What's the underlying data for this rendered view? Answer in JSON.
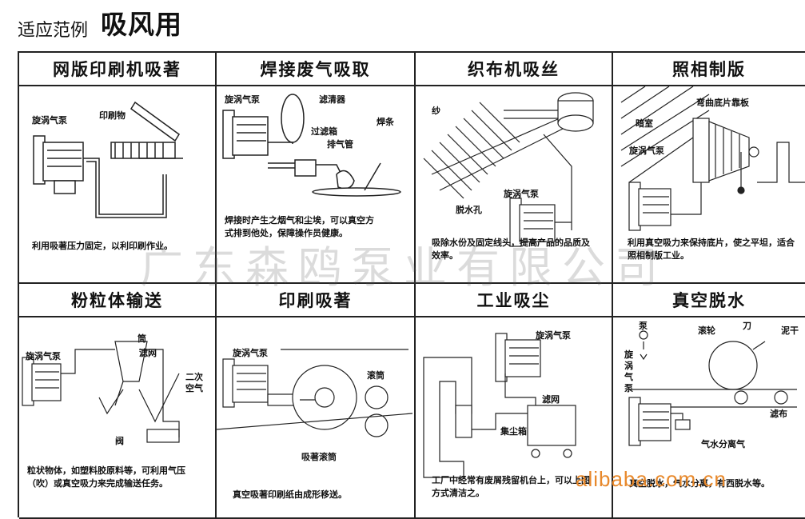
{
  "header": {
    "subtitle": "适应范例",
    "title": "吸风用"
  },
  "panels": [
    {
      "title": "网版印刷机吸著",
      "labels": [
        "旋涡气泵",
        "印刷物"
      ],
      "desc": "利用吸著压力固定，以利印刷作业。"
    },
    {
      "title": "焊接废气吸取",
      "labels": [
        "旋涡气泵",
        "滤清器",
        "过滤箱",
        "排气管",
        "焊条"
      ],
      "desc": "焊接时产生之烟气和尘埃，可以真空方式排到他处，保障操作员健康。"
    },
    {
      "title": "织布机吸丝",
      "labels": [
        "纱",
        "旋涡气泵",
        "脱水孔"
      ],
      "desc": "吸除水份及固定线头，提高产品的品质及效率。"
    },
    {
      "title": "照相制版",
      "labels": [
        "弯曲底片靠板",
        "暗室",
        "旋涡气泵"
      ],
      "desc": "利用真空吸力来保持底片，使之平坦，适合照相制版工业。"
    },
    {
      "title": "粉粒体输送",
      "labels": [
        "旋涡气泵",
        "筒",
        "滤网",
        "二次空气",
        "阀"
      ],
      "desc": "粒状物体，如塑料胶原料等，可利用气压（吹）或真空吸力来完成输送任务。"
    },
    {
      "title": "印刷吸著",
      "labels": [
        "旋涡气泵",
        "滚筒",
        "吸著滚筒"
      ],
      "desc": "真空吸著印刷纸由成形移送。"
    },
    {
      "title": "工业吸尘",
      "labels": [
        "旋涡气泵",
        "滤网",
        "集尘箱"
      ],
      "desc": "工厂中经常有废屑残留机台上，可以上图方式清洁之。"
    },
    {
      "title": "真空脱水",
      "labels": [
        "泵",
        "滚轮",
        "刀",
        "泥干",
        "旋涡气泵",
        "滤布",
        "气水分离气"
      ],
      "desc": "真空脱水，气水分离，有西脱水等。"
    }
  ],
  "watermark": "广东森鸥泵业有限公司",
  "site_mark": "alibaba.com.cn"
}
